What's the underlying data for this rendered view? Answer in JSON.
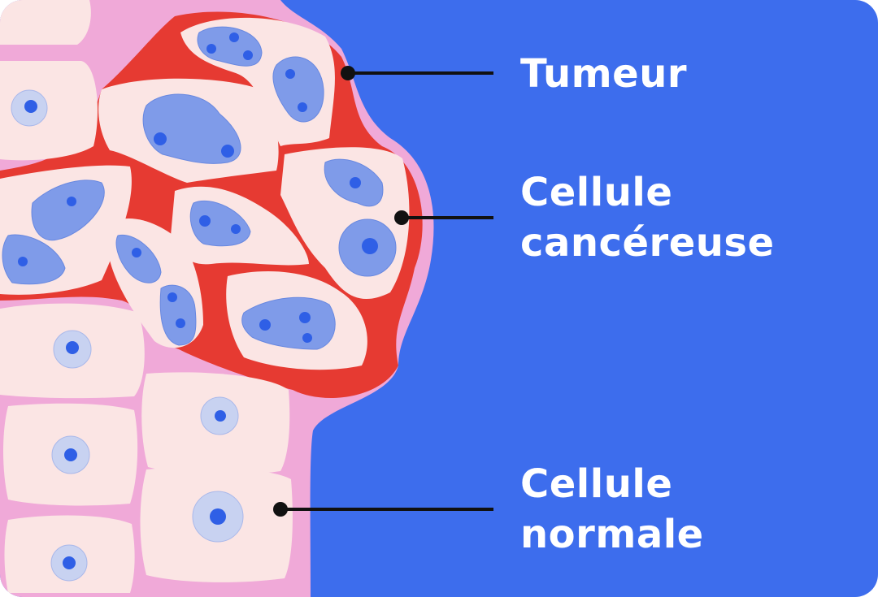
{
  "labels": {
    "tumor": "Tumeur",
    "cancer_cell_line1": "Cellule",
    "cancer_cell_line2": "cancéreuse",
    "normal_cell_line1": "Cellule",
    "normal_cell_line2": "normale"
  },
  "colors": {
    "background": "#3d6ded",
    "tissue": "#f0a9d8",
    "cell": "#fbe5e4",
    "tumor_border": "#e63a32",
    "normal_nucleus": "#c8d2f1",
    "cancer_nucleus": "#7f9be9",
    "nucleolus": "#2f5fe6"
  }
}
